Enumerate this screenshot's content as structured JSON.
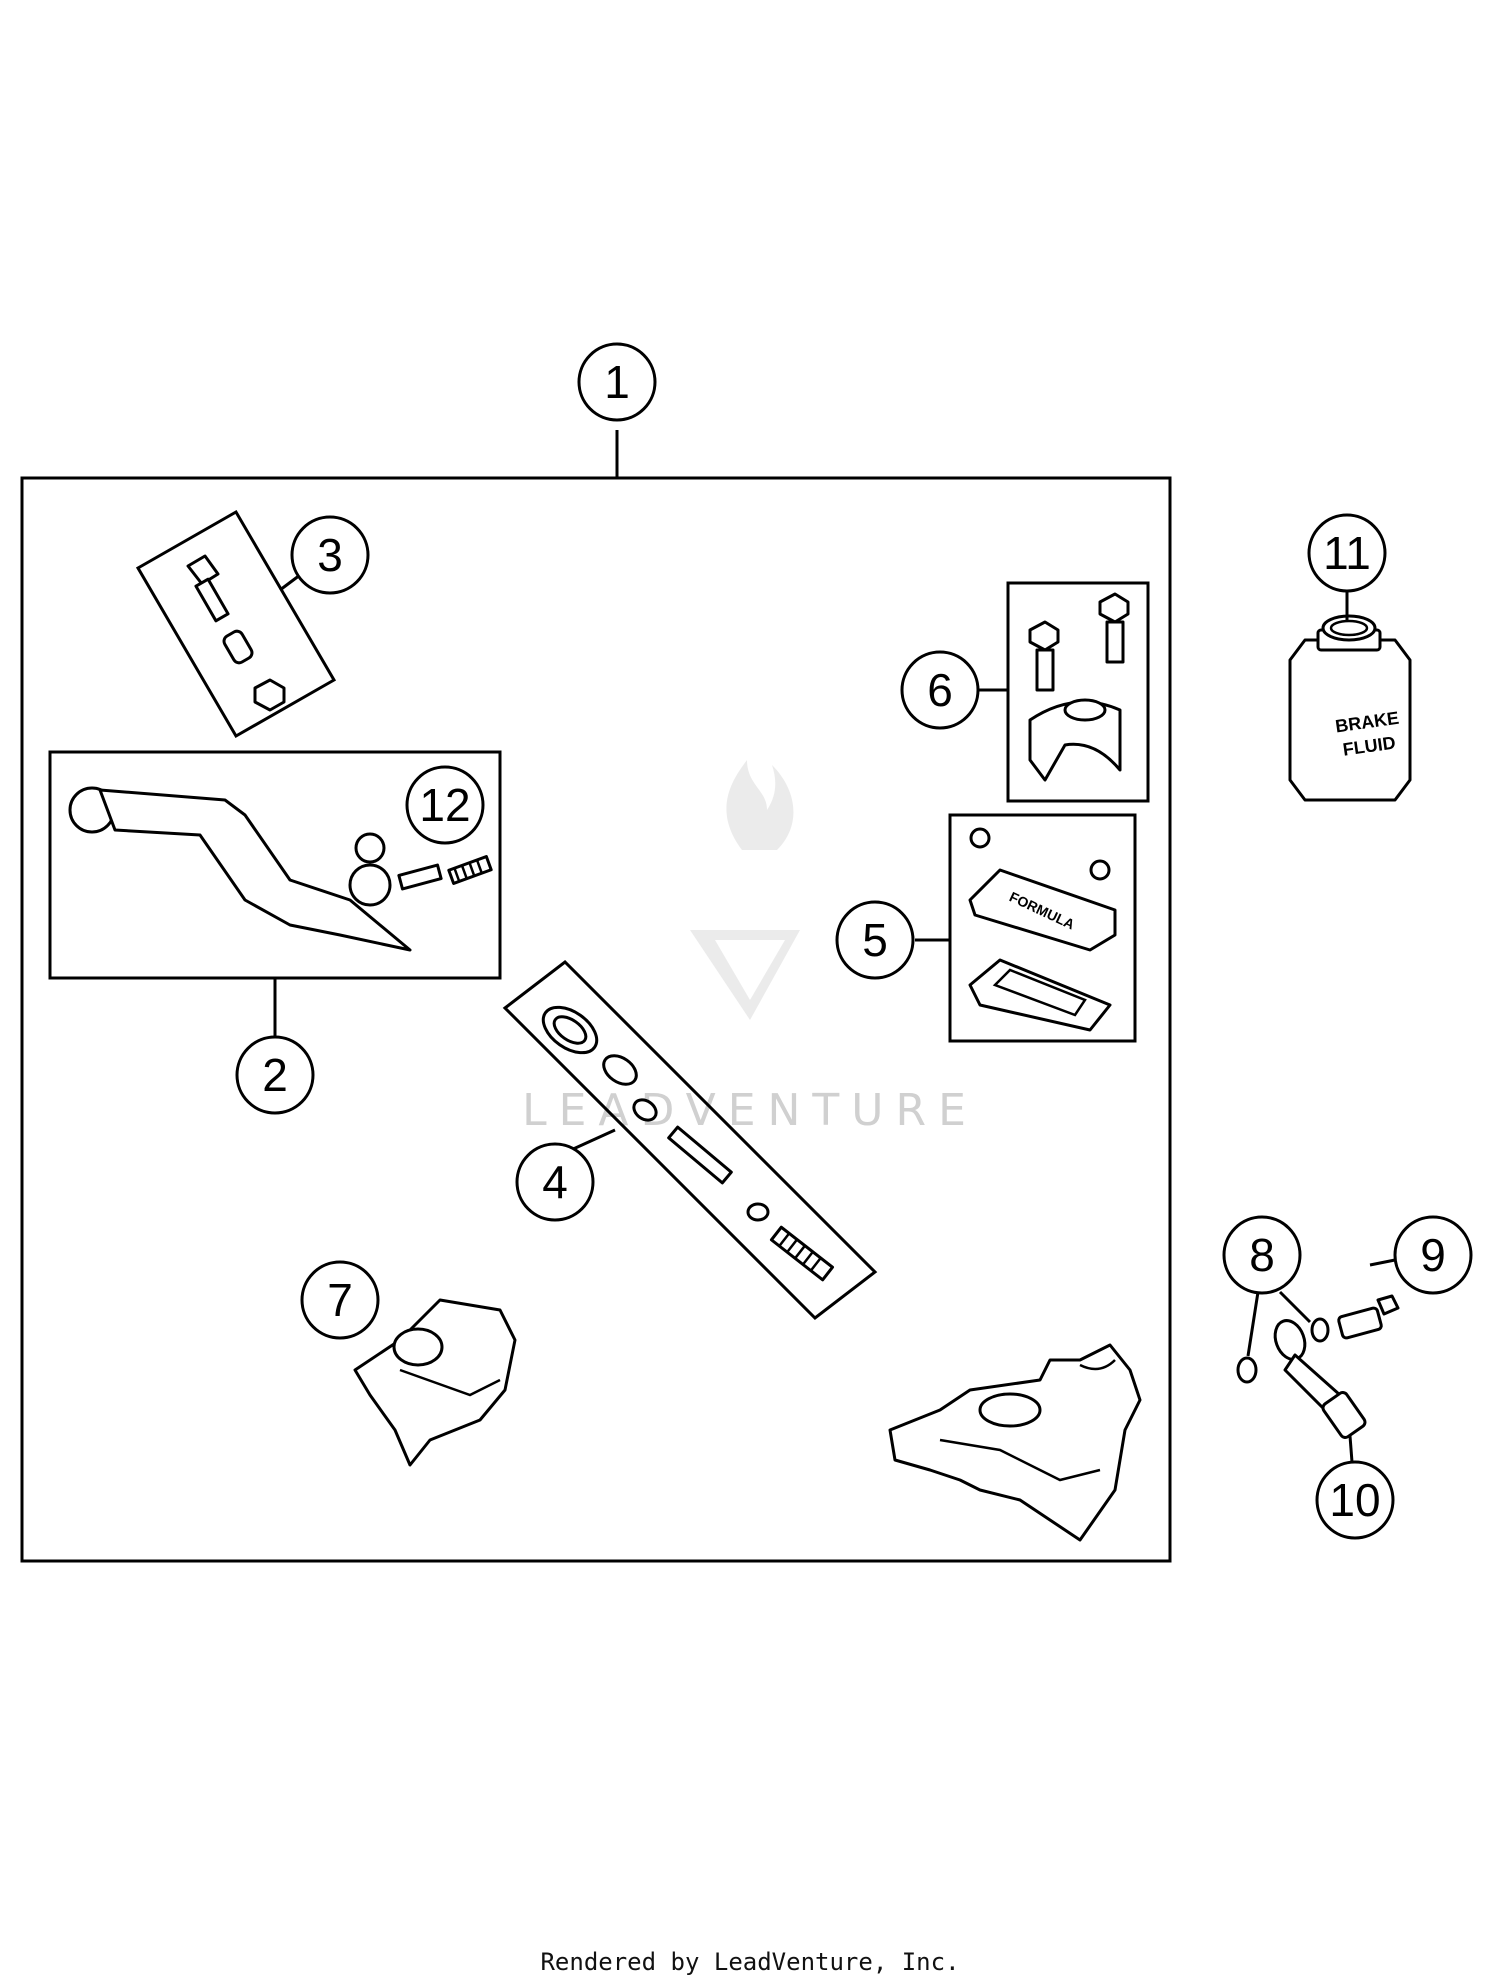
{
  "diagram": {
    "callouts": [
      {
        "id": "1",
        "label": "1"
      },
      {
        "id": "2",
        "label": "2"
      },
      {
        "id": "3",
        "label": "3"
      },
      {
        "id": "4",
        "label": "4"
      },
      {
        "id": "5",
        "label": "5"
      },
      {
        "id": "6",
        "label": "6"
      },
      {
        "id": "7",
        "label": "7"
      },
      {
        "id": "8",
        "label": "8"
      },
      {
        "id": "9",
        "label": "9"
      },
      {
        "id": "10",
        "label": "10"
      },
      {
        "id": "11",
        "label": "11"
      },
      {
        "id": "12",
        "label": "12"
      }
    ],
    "brake_fluid_label": [
      "BRAKE",
      "FLUID"
    ],
    "reservoir_cap_text": "FORMULA",
    "watermark": "LEADVENTURE"
  },
  "footer": {
    "text": "Rendered by LeadVenture, Inc."
  }
}
